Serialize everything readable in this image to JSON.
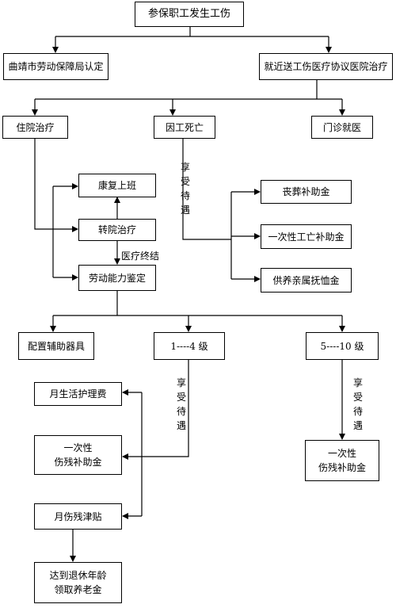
{
  "boxes": {
    "root": "参保职工发生工伤",
    "bureau": "曲靖市劳动保障局认定",
    "hospital": "就近送工伤医疗协议医院治疗",
    "inpatient": "住院治疗",
    "death": "因工死亡",
    "outpatient": "门诊就医",
    "return_work": "康复上班",
    "transfer": "转院治疗",
    "ability": "劳动能力鉴定",
    "funeral": "丧葬补助金",
    "death_subsidy": "一次性工亡补助金",
    "dependents": "供养亲属抚恤金",
    "aids": "配置辅助器具",
    "grade_1_4": "1----4 级",
    "grade_5_10": "5----10 级",
    "care_fee": "月生活护理费",
    "disability_once_left": [
      "一次性",
      "伤残补助金"
    ],
    "monthly_allowance": "月伤残津贴",
    "retire": [
      "达到退休年龄",
      "领取养老金"
    ],
    "disability_once_right": [
      "一次性",
      "伤残补助金"
    ]
  },
  "labels": {
    "treatment_end": "医疗终结",
    "enjoy_benefits": "享\n受\n待\n遇"
  }
}
